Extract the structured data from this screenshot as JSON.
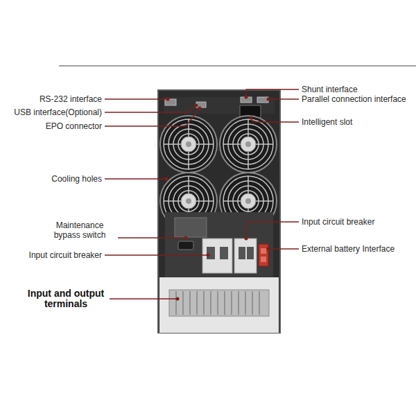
{
  "diagram": {
    "labels": [
      "RS-232 interface",
      "USB interface(Optional)",
      "EPO connector",
      "Cooling holes",
      "Maintenance bypass switch",
      "Input circuit breaker",
      "Input and output terminals",
      "Shunt interface",
      "Parallel connection interface",
      "Intelligent slot",
      "Input circuit breaker",
      "External battery Interface"
    ]
  }
}
